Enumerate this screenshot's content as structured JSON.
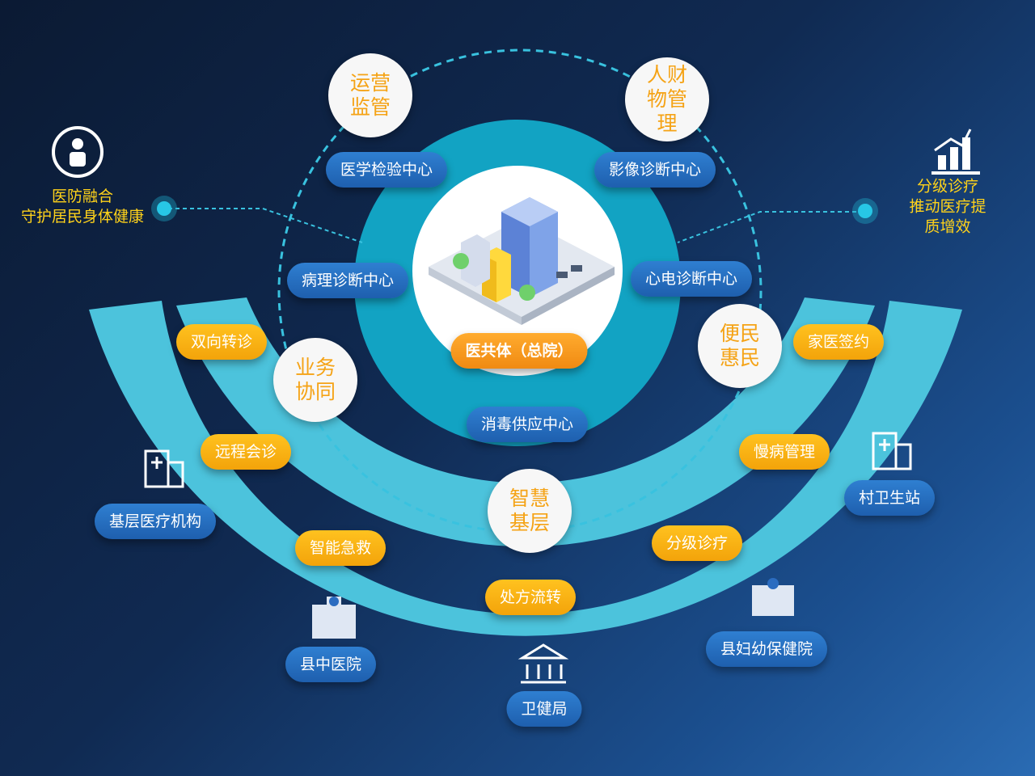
{
  "center": {
    "label": "医共体（总院）"
  },
  "service_centers": [
    {
      "id": "lab",
      "label": "医学检验中心"
    },
    {
      "id": "imaging",
      "label": "影像诊断中心"
    },
    {
      "id": "pathology",
      "label": "病理诊断中心"
    },
    {
      "id": "ecg",
      "label": "心电诊断中心"
    },
    {
      "id": "sterile",
      "label": "消毒供应中心"
    }
  ],
  "themes": [
    {
      "id": "ops",
      "label": "运营\n监管"
    },
    {
      "id": "finance",
      "label": "人财\n物管\n理"
    },
    {
      "id": "business",
      "label": "业务\n协同"
    },
    {
      "id": "convenience",
      "label": "便民\n惠民"
    },
    {
      "id": "smart",
      "label": "智慧\n基层"
    }
  ],
  "services": [
    {
      "id": "referral",
      "label": "双向转诊"
    },
    {
      "id": "remote",
      "label": "远程会诊"
    },
    {
      "id": "emergency",
      "label": "智能急救"
    },
    {
      "id": "prescription",
      "label": "处方流转"
    },
    {
      "id": "tiered",
      "label": "分级诊疗"
    },
    {
      "id": "chronic",
      "label": "慢病管理"
    },
    {
      "id": "family",
      "label": "家医签约"
    }
  ],
  "institutions": [
    {
      "id": "primary",
      "label": "基层医疗机构"
    },
    {
      "id": "tcm",
      "label": "县中医院"
    },
    {
      "id": "health_bureau",
      "label": "卫健局"
    },
    {
      "id": "mch",
      "label": "县妇幼保健院"
    },
    {
      "id": "village",
      "label": "村卫生站"
    }
  ],
  "left_goal": {
    "text": "医防融合\n守护居民身体健康"
  },
  "right_goal": {
    "text": "分级诊疗\n推动医疗提质增效"
  },
  "colors": {
    "arc": "#4cc3dc",
    "inner_ring": "#12a3c3",
    "pill_blue": "#2368bb",
    "pill_yellow": "#f7b515",
    "bubble_text": "#f5a316",
    "goal_text": "#ffd21a"
  }
}
